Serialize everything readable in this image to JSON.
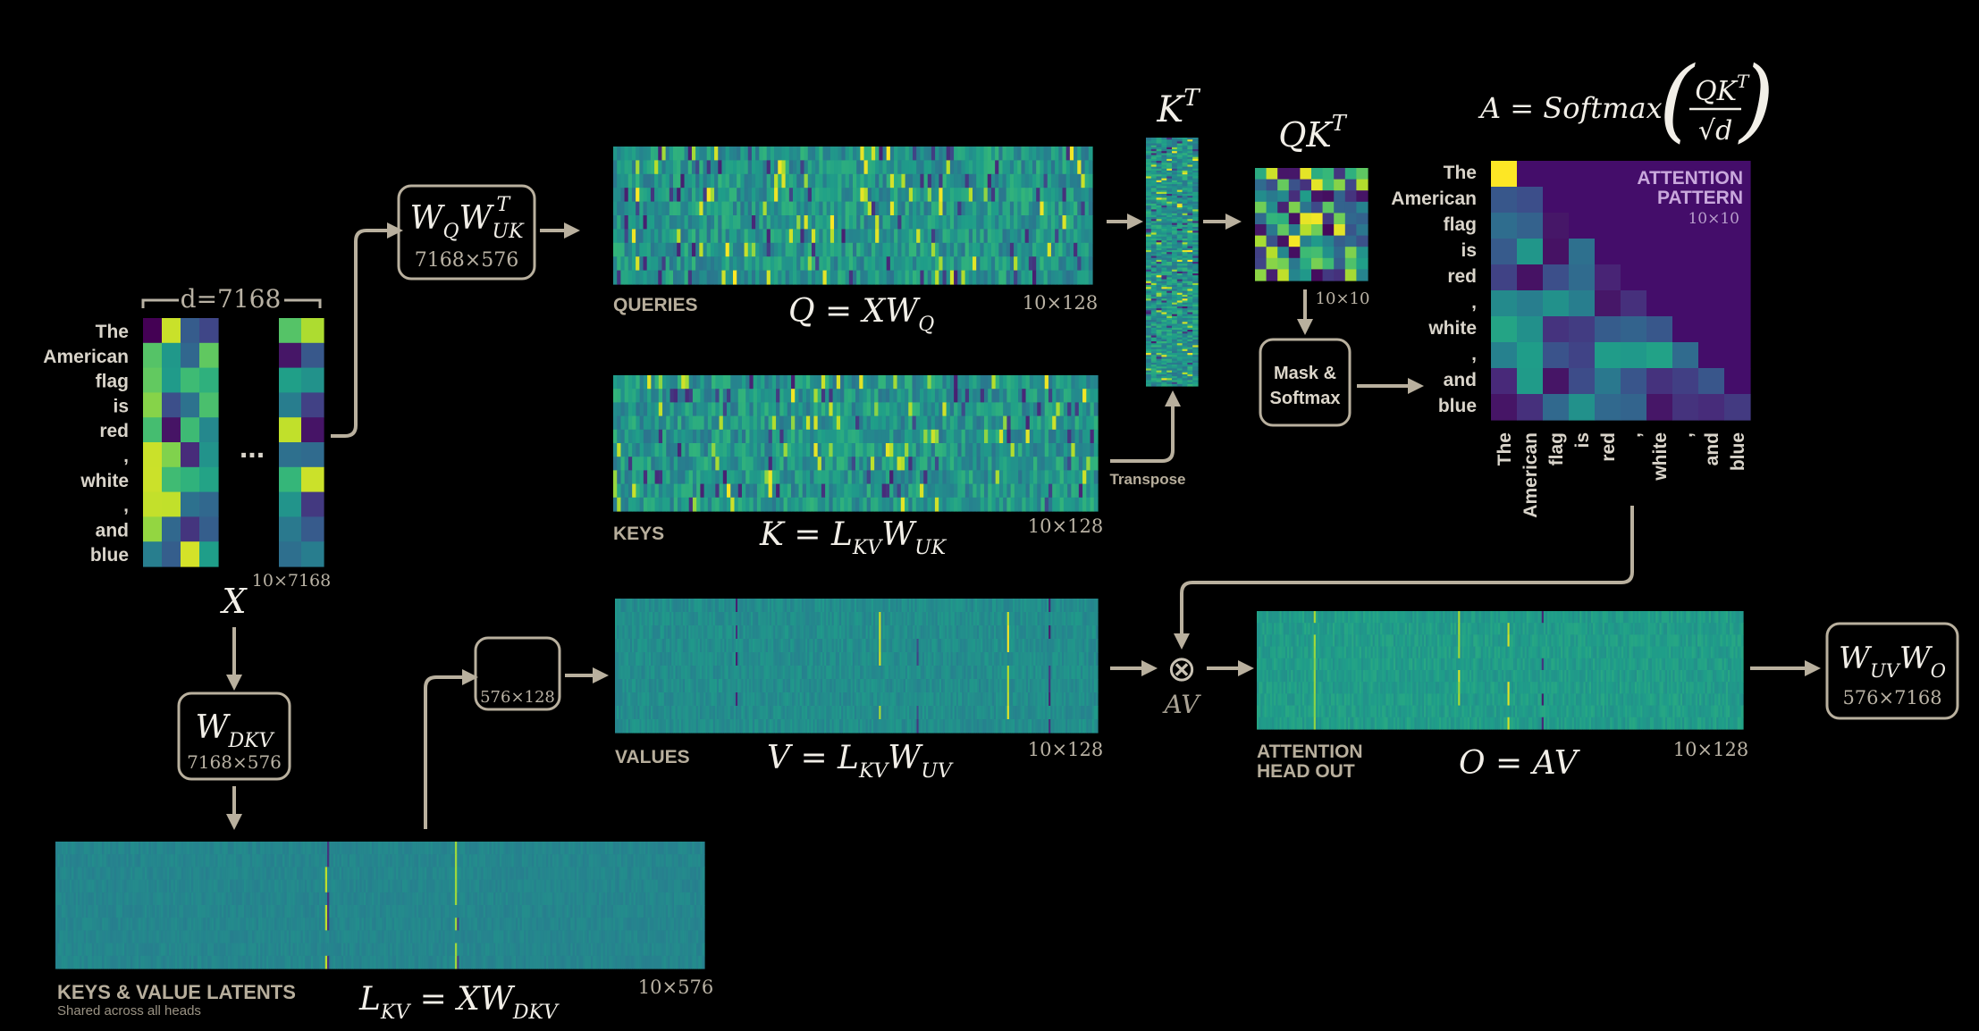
{
  "input": {
    "dim_label": "d=7168",
    "tokens": [
      "The",
      "American",
      "flag",
      "is",
      "red",
      ",",
      "white",
      ",",
      "and",
      "blue"
    ],
    "ellipsis": "...",
    "shape": "10×7168",
    "name": "X"
  },
  "wq_box": {
    "formula": "W_Q W_UK^T",
    "shape": "7168×576"
  },
  "queries": {
    "label": "QUERIES",
    "formula": "Q = XW_Q",
    "shape": "10×128"
  },
  "keys": {
    "label": "KEYS",
    "formula": "K = L_KV W_UK",
    "shape": "10×128",
    "transpose_label": "Transpose"
  },
  "kt": {
    "title": "K^T"
  },
  "qkt": {
    "title": "QK^T",
    "shape": "10×10"
  },
  "mask_box": {
    "line1": "Mask &",
    "line2": "Softmax"
  },
  "attention": {
    "formula": "A = Softmax(QK^T / √d)",
    "title_line1": "ATTENTION",
    "title_line2": "PATTERN",
    "shape": "10×10",
    "row_tokens": [
      "The",
      "American",
      "flag",
      "is",
      "red",
      ",",
      "white",
      ",",
      "and",
      "blue"
    ],
    "col_tokens": [
      "The",
      "American",
      "flag",
      "is",
      "red",
      ",",
      "white",
      ",",
      "and",
      "blue"
    ]
  },
  "wdkv_box": {
    "formula": "W_DKV",
    "shape": "7168×576"
  },
  "small_box": {
    "shape": "576×128"
  },
  "values": {
    "label": "VALUES",
    "formula": "V = L_KV W_UV",
    "shape": "10×128"
  },
  "multiply": {
    "symbol": "⊗",
    "label": "AV"
  },
  "output": {
    "label_line1": "ATTENTION",
    "label_line2": "HEAD OUT",
    "formula": "O = AV",
    "shape": "10×128"
  },
  "wuv_box": {
    "formula": "W_UV W_O",
    "shape": "576×7168"
  },
  "latents": {
    "label": "KEYS & VALUE LATENTS",
    "sublabel": "Shared across all heads",
    "formula": "L_KV = XW_DKV",
    "shape": "10×576"
  },
  "colors": {
    "background": "#000000",
    "mask_purple": "#440d6a",
    "box_stroke": "#b9b09e",
    "label": "#b7ae9c"
  }
}
